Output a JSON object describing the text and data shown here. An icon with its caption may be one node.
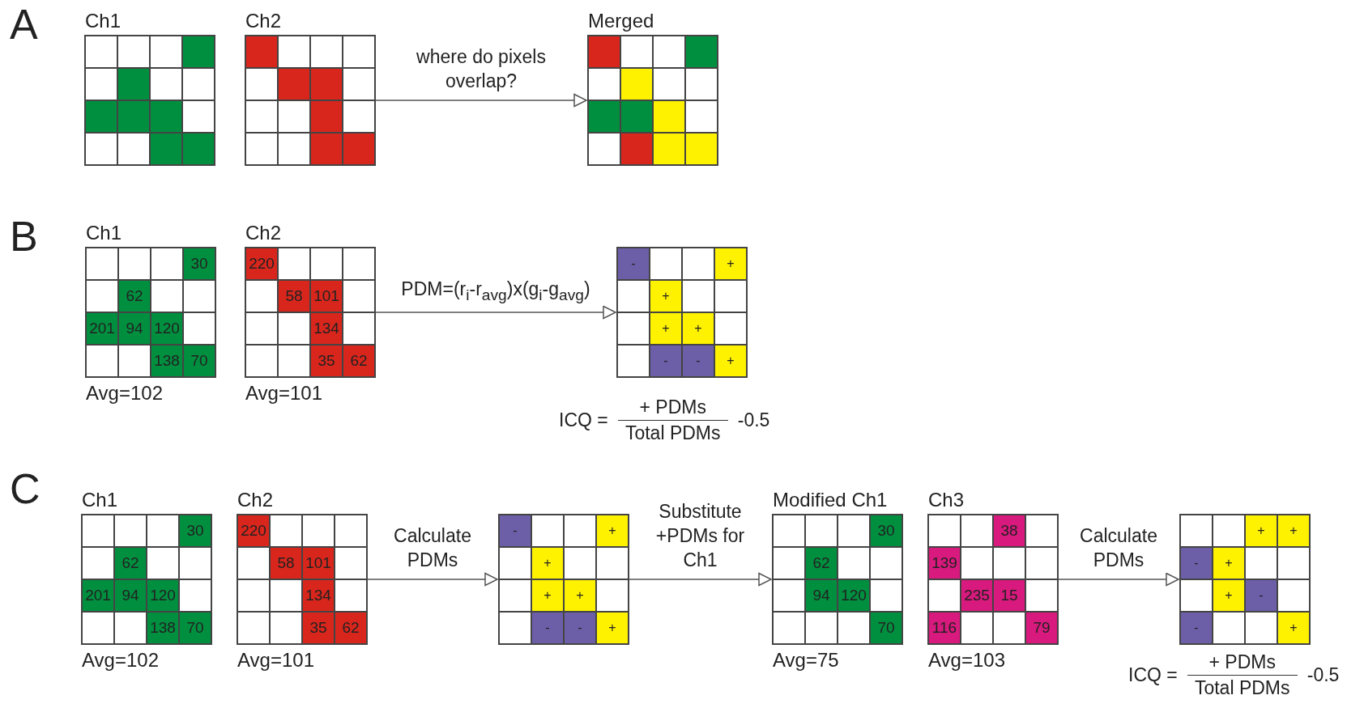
{
  "diagram": {
    "nodes": [
      {
        "text": [
          "Ch1"
        ]
      },
      {
        "text": [
          "Ch2"
        ]
      },
      {
        "text": [
          "Merged"
        ]
      },
      {
        "text": [
          "Ch1"
        ],
        "beside": [
          "Avg=102"
        ]
      },
      {
        "text": [
          "30"
        ],
        "in": 3
      },
      {
        "text": [
          "62"
        ],
        "in": 3
      },
      {
        "text": [
          "201"
        ],
        "in": 3
      },
      {
        "text": [
          "94"
        ],
        "in": 3
      },
      {
        "text": [
          "120"
        ],
        "in": 3
      },
      {
        "text": [
          "138"
        ],
        "in": 3
      },
      {
        "text": [
          "70"
        ],
        "in": 3
      },
      {
        "text": [
          "Ch2"
        ],
        "beside": [
          "Avg=101"
        ]
      },
      {
        "text": [
          "220"
        ],
        "in": 11
      },
      {
        "text": [
          "58"
        ],
        "in": 11
      },
      {
        "text": [
          "101"
        ],
        "in": 11
      },
      {
        "text": [
          "134"
        ],
        "in": 11
      },
      {
        "text": [
          "35"
        ],
        "in": 11
      },
      {
        "text": [
          "62"
        ],
        "in": 11
      },
      {
        "text": [],
        "shape": "box"
      },
      {
        "text": [
          "-"
        ],
        "in": 18
      },
      {
        "text": [
          "+"
        ],
        "in": 18
      },
      {
        "text": [
          "+"
        ],
        "in": 18
      },
      {
        "text": [
          "+"
        ],
        "in": 18
      },
      {
        "text": [
          "+"
        ],
        "in": 18
      },
      {
        "text": [
          "-"
        ],
        "in": 18
      },
      {
        "text": [
          "-"
        ],
        "in": 18
      },
      {
        "text": [
          "+"
        ],
        "in": 18
      },
      {
        "text": [
          "Ch1"
        ],
        "beside": [
          "Avg=102"
        ]
      },
      {
        "text": [
          "30"
        ],
        "in": 27
      },
      {
        "text": [
          "62"
        ],
        "in": 27
      },
      {
        "text": [
          "201"
        ],
        "in": 27
      },
      {
        "text": [
          "94"
        ],
        "in": 27
      },
      {
        "text": [
          "120"
        ],
        "in": 27
      },
      {
        "text": [
          "138"
        ],
        "in": 27
      },
      {
        "text": [
          "70"
        ],
        "in": 27
      },
      {
        "text": [
          "Ch2"
        ],
        "beside": [
          "Avg=101"
        ]
      },
      {
        "text": [
          "220"
        ],
        "in": 35
      },
      {
        "text": [
          "58"
        ],
        "in": 35
      },
      {
        "text": [
          "101"
        ],
        "in": 35
      },
      {
        "text": [
          "134"
        ],
        "in": 35
      },
      {
        "text": [
          "35"
        ],
        "in": 35
      },
      {
        "text": [
          "62"
        ],
        "in": 35
      },
      {
        "text": [],
        "shape": "box"
      },
      {
        "text": [
          "-"
        ],
        "in": 42
      },
      {
        "text": [
          "+"
        ],
        "in": 42
      },
      {
        "text": [
          "+"
        ],
        "in": 42
      },
      {
        "text": [
          "+"
        ],
        "in": 42
      },
      {
        "text": [
          "+"
        ],
        "in": 42
      },
      {
        "text": [
          "-"
        ],
        "in": 42
      },
      {
        "text": [
          "-"
        ],
        "in": 42
      },
      {
        "text": [
          "+"
        ],
        "in": 42
      },
      {
        "text": [
          "Modified Ch1"
        ],
        "beside": [
          "Avg=75"
        ]
      },
      {
        "text": [
          "30"
        ],
        "in": 51
      },
      {
        "text": [
          "62"
        ],
        "in": 51
      },
      {
        "text": [
          "94"
        ],
        "in": 51
      },
      {
        "text": [
          "120"
        ],
        "in": 51
      },
      {
        "text": [
          "70"
        ],
        "in": 51
      },
      {
        "text": [
          "Ch3"
        ],
        "beside": [
          "Avg=103"
        ]
      },
      {
        "text": [
          "38"
        ],
        "in": 57
      },
      {
        "text": [
          "139"
        ],
        "in": 57
      },
      {
        "text": [
          "235"
        ],
        "in": 57
      },
      {
        "text": [
          "15"
        ],
        "in": 57
      },
      {
        "text": [
          "116"
        ],
        "in": 57
      },
      {
        "text": [
          "79"
        ],
        "in": 57
      },
      {
        "text": [],
        "shape": "box"
      },
      {
        "text": [
          "+"
        ],
        "in": 64
      },
      {
        "text": [
          "+"
        ],
        "in": 64
      },
      {
        "text": [
          "-"
        ],
        "in": 64
      },
      {
        "text": [
          "+"
        ],
        "in": 64
      },
      {
        "text": [
          "+"
        ],
        "in": 64
      },
      {
        "text": [
          "-"
        ],
        "in": 64
      },
      {
        "text": [
          "-"
        ],
        "in": 64
      },
      {
        "text": [
          "+"
        ],
        "in": 64
      }
    ],
    "edges": [
      {
        "from": 1,
        "to": 2,
        "arrow": "to",
        "label": "where do pixels overlap?"
      },
      {
        "from": 11,
        "to": 18,
        "arrow": "to",
        "label": "PDM=(r$_{i}$-r$_{avg}$)x(g$_{i}$-g$_{avg}$)"
      },
      {
        "from": 35,
        "to": 42,
        "arrow": "to",
        "label": "Calculate PDMs"
      },
      {
        "from": 42,
        "to": 51,
        "arrow": "to",
        "label": "Substitute +PDMs for Ch1"
      },
      {
        "from": 57,
        "to": 64,
        "arrow": "to",
        "label": "Calculate PDMs"
      }
    ],
    "labels": [
      "A",
      "B",
      "C",
      "ICQ =",
      "+ PDMs",
      "Total PDMs",
      "-0.5",
      "ICQ =",
      "+ PDMs",
      "Total PDMs",
      "-0.5"
    ]
  }
}
